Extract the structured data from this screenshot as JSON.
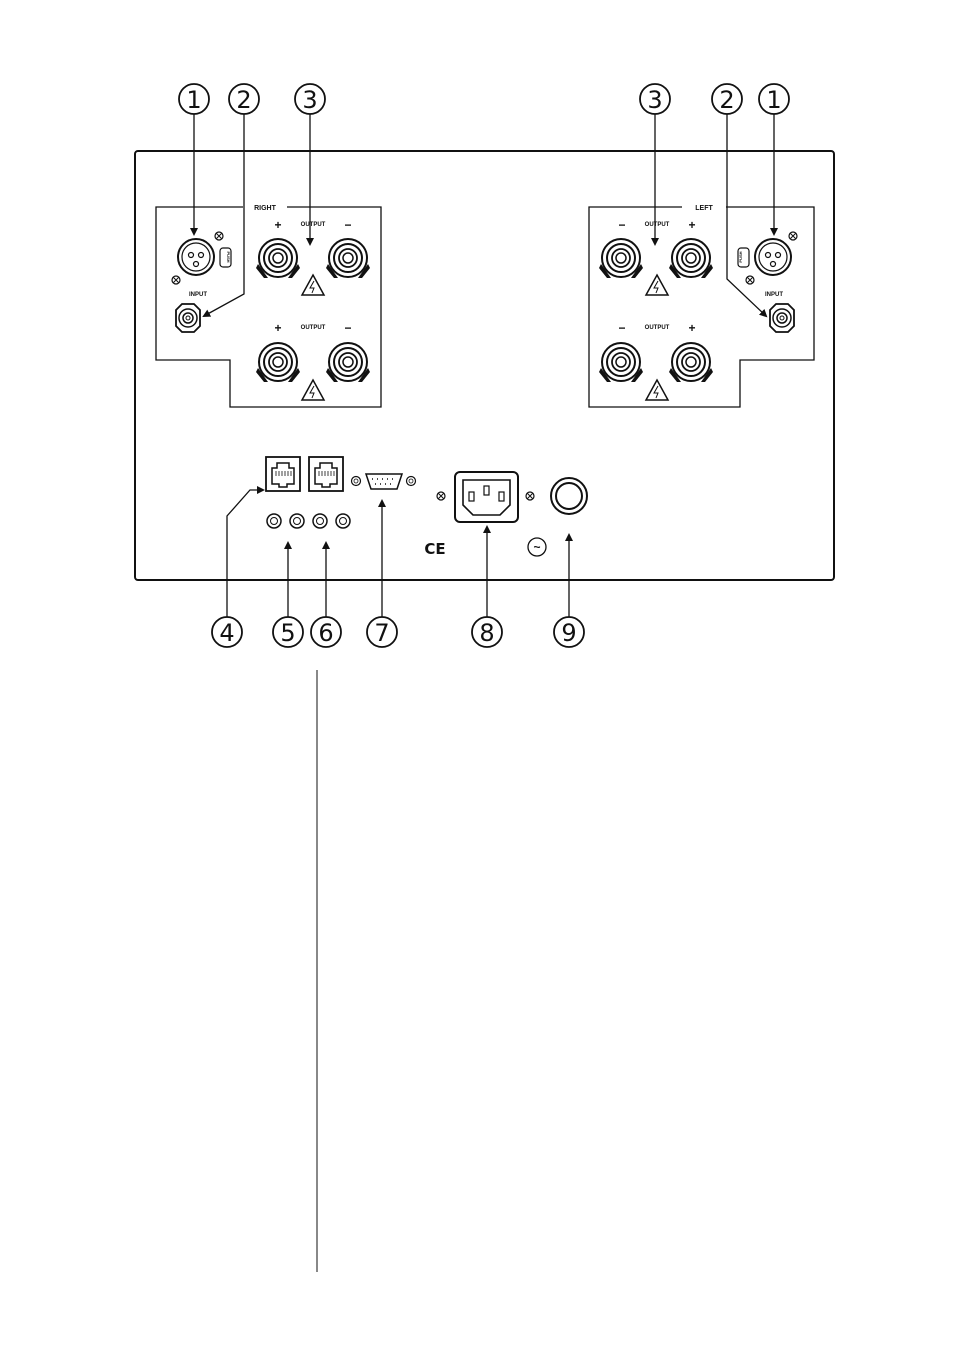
{
  "callouts": {
    "top_left": [
      "1",
      "2",
      "3"
    ],
    "top_right": [
      "3",
      "2",
      "1"
    ],
    "bottom": [
      "4",
      "5",
      "6",
      "7",
      "8",
      "9"
    ]
  },
  "panel_right": {
    "label": "RIGHT",
    "input_label": "INPUT",
    "output_label_1": "OUTPUT",
    "output_label_2": "OUTPUT",
    "plus": "+",
    "minus": "−",
    "xlr_tag": "PUSH"
  },
  "panel_left": {
    "label": "LEFT",
    "input_label": "INPUT",
    "output_label_1": "OUTPUT",
    "output_label_2": "OUTPUT",
    "plus": "+",
    "minus": "−",
    "xlr_tag": "PUSH"
  },
  "marks": {
    "ce": "CE",
    "ac_symbol": "~"
  },
  "colors": {
    "line": "#111111",
    "background": "#ffffff"
  }
}
